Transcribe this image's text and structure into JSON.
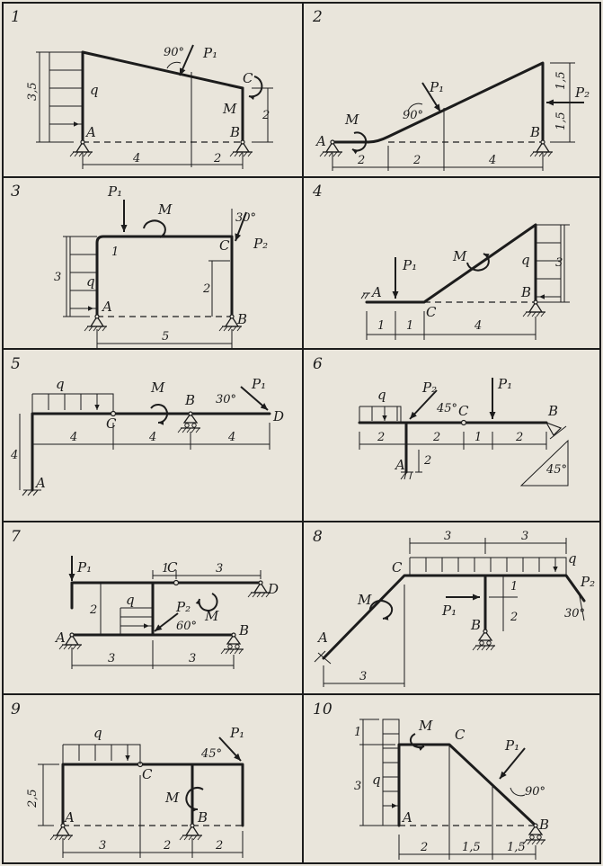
{
  "problems": [
    {
      "number": "1",
      "labels": [
        "P₁",
        "90°",
        "C",
        "q",
        "M",
        "A",
        "B"
      ],
      "dims": [
        "3,5",
        "2",
        "4",
        "2"
      ]
    },
    {
      "number": "2",
      "labels": [
        "P₁",
        "90°",
        "M",
        "A",
        "B",
        "P₂"
      ],
      "dims": [
        "1,5",
        "1,5",
        "2",
        "2",
        "4"
      ]
    },
    {
      "number": "3",
      "labels": [
        "P₁",
        "M",
        "30°",
        "C",
        "P₂",
        "q",
        "A",
        "B"
      ],
      "dims": [
        "1",
        "3",
        "2",
        "5"
      ]
    },
    {
      "number": "4",
      "labels": [
        "P₁",
        "M",
        "q",
        "A",
        "C",
        "B"
      ],
      "dims": [
        "3",
        "1",
        "1",
        "4"
      ]
    },
    {
      "number": "5",
      "labels": [
        "q",
        "M",
        "B",
        "30°",
        "P₁",
        "C",
        "D",
        "A"
      ],
      "dims": [
        "4",
        "4",
        "4",
        "4"
      ]
    },
    {
      "number": "6",
      "labels": [
        "q",
        "P₂",
        "45°",
        "C",
        "P₁",
        "B",
        "A",
        "45°"
      ],
      "dims": [
        "2",
        "2",
        "1",
        "2",
        "2"
      ]
    },
    {
      "number": "7",
      "labels": [
        "P₁",
        "C",
        "D",
        "q",
        "M",
        "P₂",
        "60°",
        "A",
        "B"
      ],
      "dims": [
        "1",
        "3",
        "2",
        "3",
        "3"
      ]
    },
    {
      "number": "8",
      "labels": [
        "C",
        "q",
        "M",
        "P₁",
        "P₂",
        "30°",
        "A",
        "B"
      ],
      "dims": [
        "3",
        "3",
        "1",
        "2",
        "3"
      ]
    },
    {
      "number": "9",
      "labels": [
        "q",
        "P₁",
        "45°",
        "C",
        "M",
        "A",
        "B"
      ],
      "dims": [
        "2,5",
        "3",
        "2",
        "2"
      ]
    },
    {
      "number": "10",
      "labels": [
        "M",
        "C",
        "P₁",
        "q",
        "90°",
        "A",
        "B"
      ],
      "dims": [
        "1",
        "3",
        "2",
        "1,5",
        "1,5"
      ]
    }
  ]
}
